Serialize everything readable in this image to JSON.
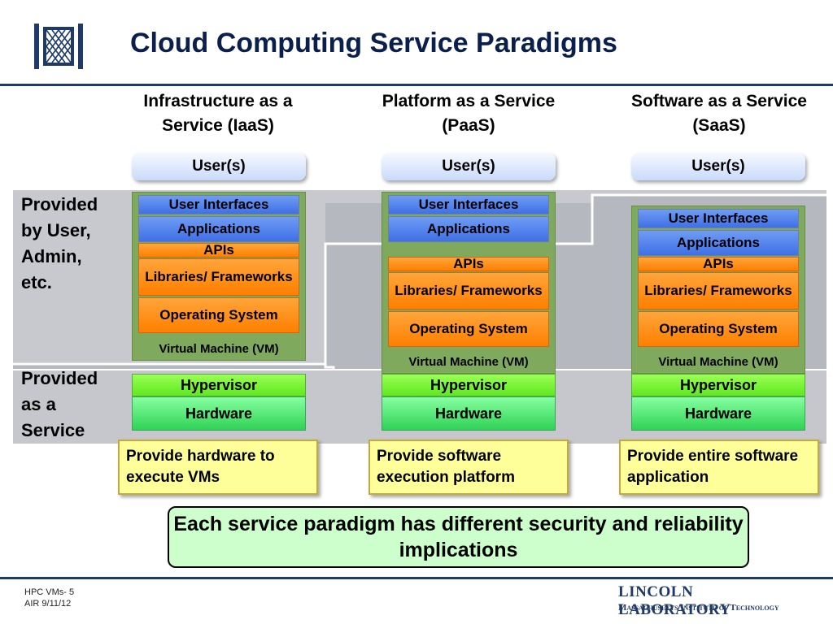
{
  "header": {
    "title": "Cloud Computing Service Paradigms"
  },
  "side_labels": {
    "provided_by_user": "Provided by User, Admin, etc.",
    "provided_as_service": "Provided as a Service"
  },
  "columns": [
    {
      "heading": "Infrastructure as a Service (IaaS)",
      "users": "User(s)",
      "layers": {
        "ui": "User Interfaces",
        "apps": "Applications",
        "apis": "APIs",
        "libs": "Libraries/ Frameworks",
        "os": "Operating System"
      },
      "vm": "Virtual Machine (VM)",
      "hypervisor": "Hypervisor",
      "hardware": "Hardware",
      "note": "Provide hardware to execute VMs"
    },
    {
      "heading": "Platform as a Service (PaaS)",
      "users": "User(s)",
      "layers": {
        "ui": "User Interfaces",
        "apps": "Applications",
        "apis": "APIs",
        "libs": "Libraries/ Frameworks",
        "os": "Operating System"
      },
      "vm": "Virtual Machine (VM)",
      "hypervisor": "Hypervisor",
      "hardware": "Hardware",
      "note": "Provide software execution platform"
    },
    {
      "heading": "Software as a Service (SaaS)",
      "users": "User(s)",
      "layers": {
        "ui": "User Interfaces",
        "apps": "Applications",
        "apis": "APIs",
        "libs": "Libraries/ Frameworks",
        "os": "Operating System"
      },
      "vm": "Virtual Machine (VM)",
      "hypervisor": "Hypervisor",
      "hardware": "Hardware",
      "note": "Provide entire software application"
    }
  ],
  "callout": "Each service paradigm has different security and reliability implications",
  "footer": {
    "line1": "HPC VMs- 5",
    "line2": "AIR 9/11/12",
    "lab_name": "LINCOLN LABORATORY",
    "lab_institution": "Massachusetts Institute of Technology"
  },
  "colors": {
    "title": "#0b1f4d",
    "rule": "#1f3a68",
    "blue_layer": "#4f80ec",
    "orange_layer": "#ff8c12",
    "vm_green": "#7faa5e",
    "hypervisor": "#76f03a",
    "hardware": "#45dc6c",
    "note_fill": "#ffff99",
    "callout_fill": "#ccffcc"
  }
}
